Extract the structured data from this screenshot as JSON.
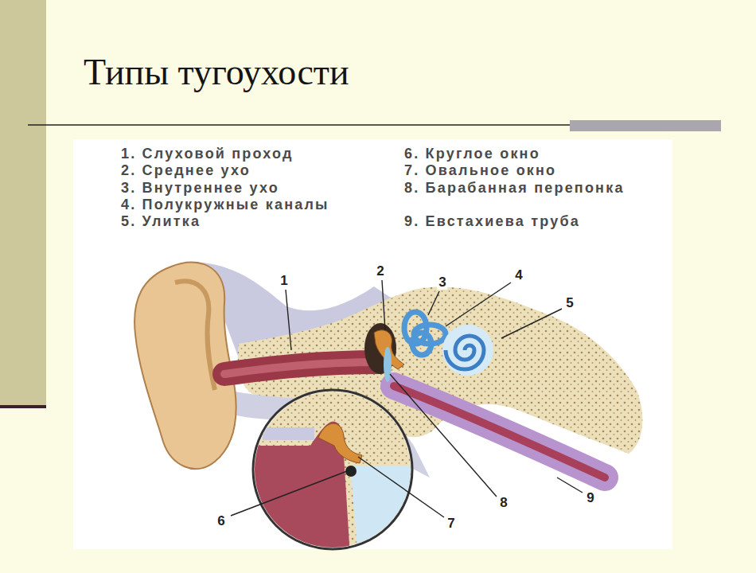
{
  "diagram": {
    "title": "Типы тугоухости",
    "labels": [
      "1. Слуховой проход",
      "2. Среднее ухо",
      "3. Внутреннее ухо",
      "4. Полукружные каналы",
      "5. Улитка",
      "6. Круглое окно",
      "7. Овальное окно",
      "8. Барабанная перепонка",
      "9. Евстахиева труба",
      "1",
      "2",
      "3",
      "4",
      "5",
      "6",
      "7",
      "8",
      "9"
    ]
  }
}
